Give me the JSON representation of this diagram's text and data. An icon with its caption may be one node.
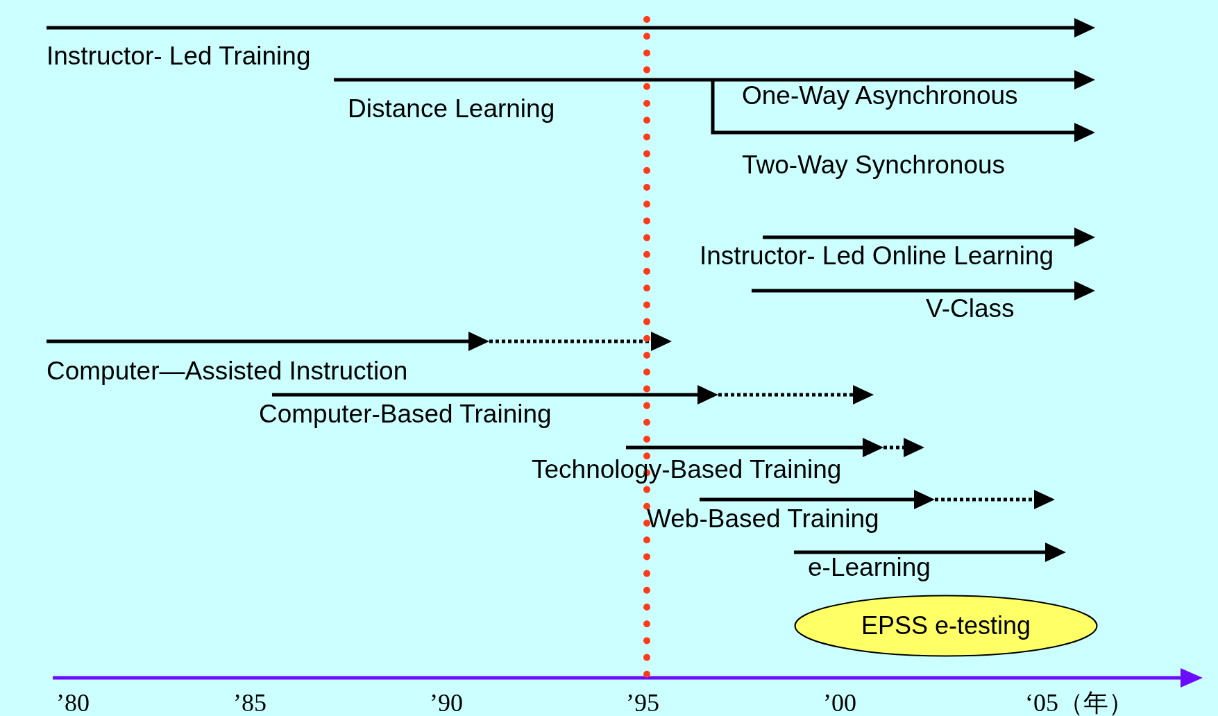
{
  "diagram": {
    "nodes": [
      {
        "text": [
          "EPSS e-testing"
        ]
      }
    ],
    "labels": [
      "Instructor- Led Training",
      "Distance Learning",
      "One-Way Asynchronous",
      "Two-Way Synchronous",
      "Instructor- Led Online Learning",
      "V-Class",
      "Computer—Assisted Instruction",
      "Computer-Based Training",
      "Technology-Based Training",
      "Web-Based Training",
      "e-Learning",
      "’80",
      "’85",
      "’90",
      "’95",
      "’00",
      "‘05（年）"
    ]
  }
}
